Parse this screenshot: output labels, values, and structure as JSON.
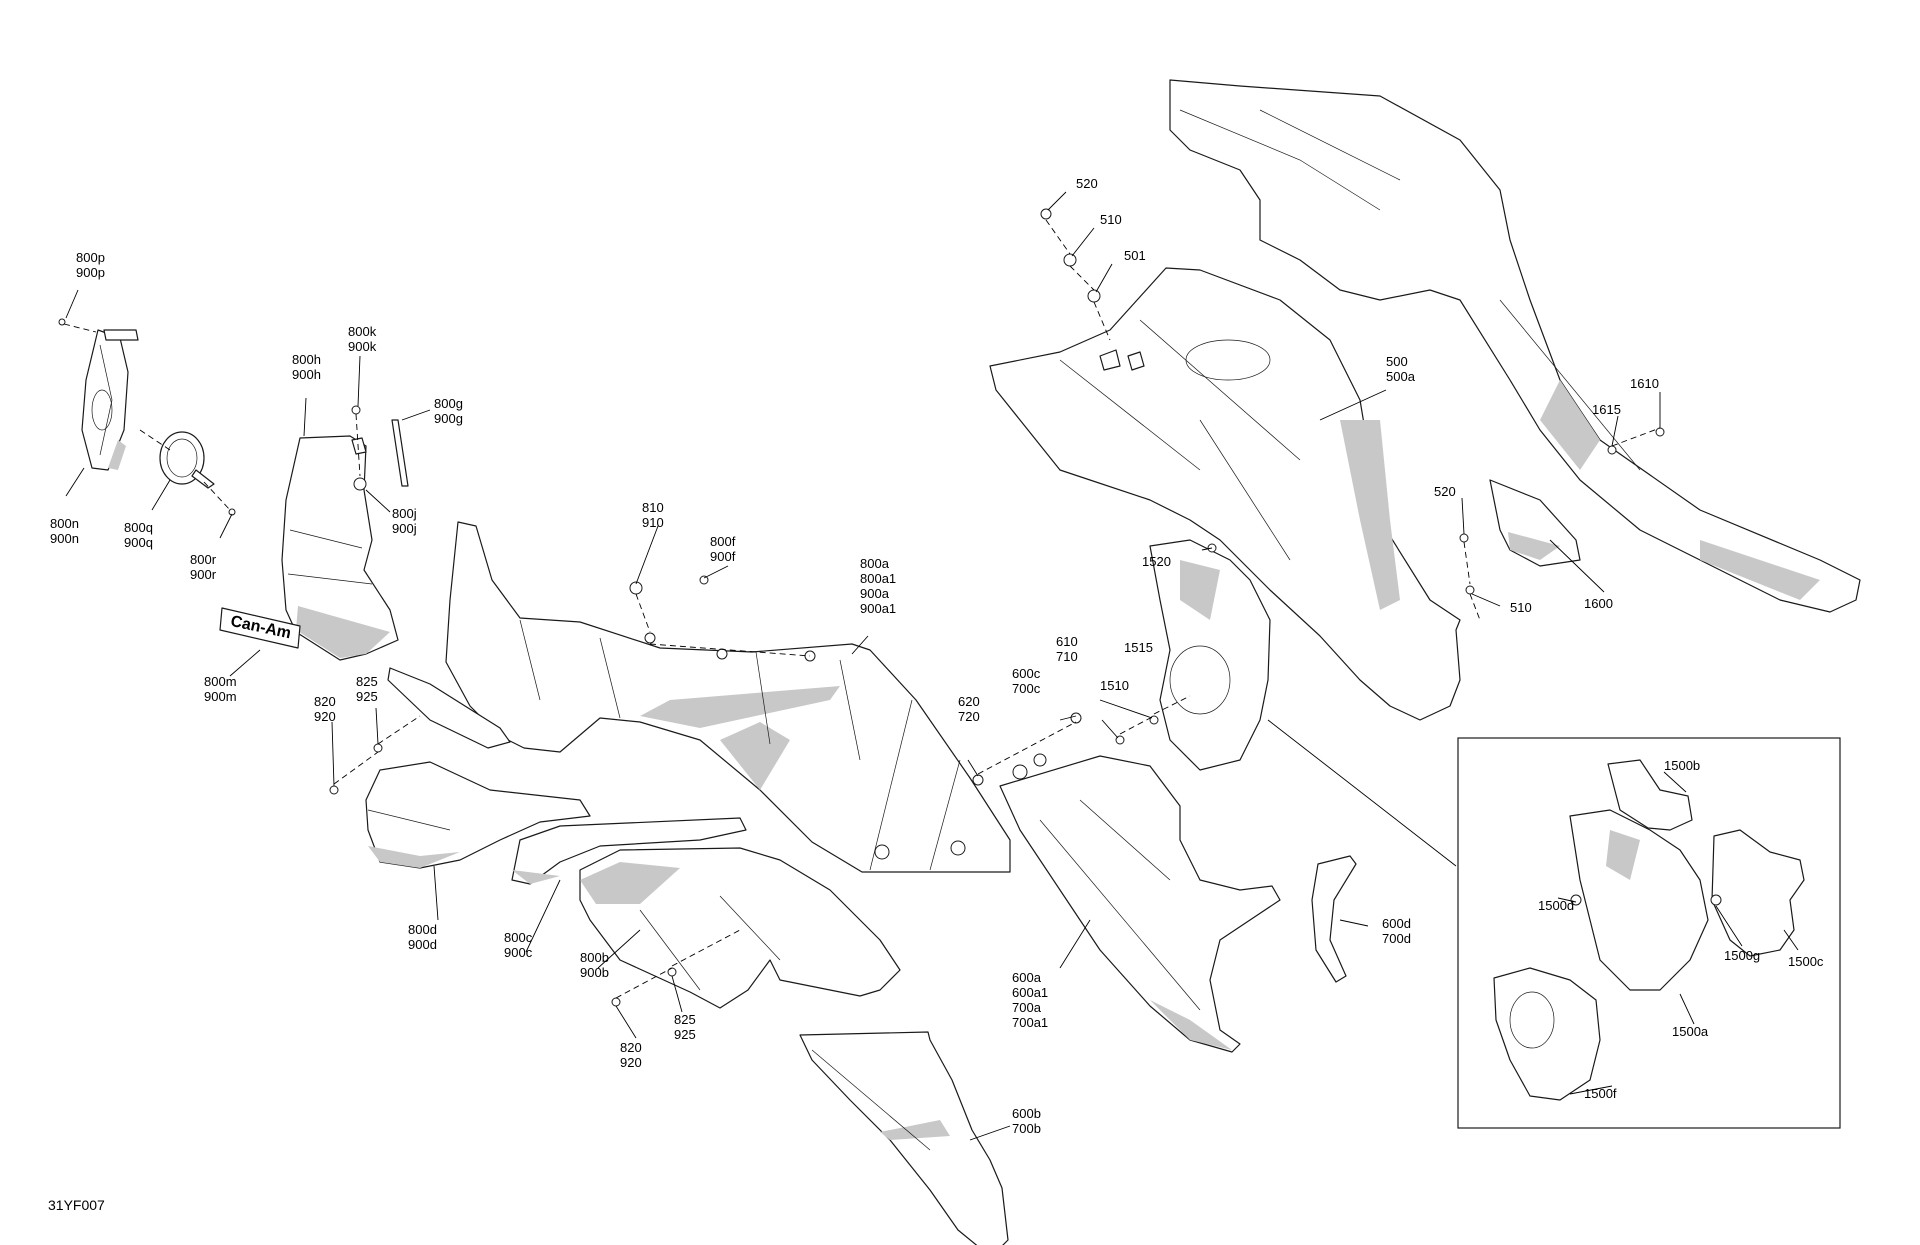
{
  "diagram": {
    "code": "31YF007",
    "labels": [
      {
        "id": "l800p",
        "lines": [
          "800p",
          "900p"
        ]
      },
      {
        "id": "l800n",
        "lines": [
          "800n",
          "900n"
        ]
      },
      {
        "id": "l800q",
        "lines": [
          "800q",
          "900q"
        ]
      },
      {
        "id": "l800r",
        "lines": [
          "800r",
          "900r"
        ]
      },
      {
        "id": "l800h",
        "lines": [
          "800h",
          "900h"
        ]
      },
      {
        "id": "l800k",
        "lines": [
          "800k",
          "900k"
        ]
      },
      {
        "id": "l800g",
        "lines": [
          "800g",
          "900g"
        ]
      },
      {
        "id": "l800j",
        "lines": [
          "800j",
          "900j"
        ]
      },
      {
        "id": "l800m",
        "lines": [
          "800m",
          "900m"
        ]
      },
      {
        "id": "l820a",
        "lines": [
          "820",
          "920"
        ]
      },
      {
        "id": "l825a",
        "lines": [
          "825",
          "925"
        ]
      },
      {
        "id": "l810",
        "lines": [
          "810",
          "910"
        ]
      },
      {
        "id": "l800f",
        "lines": [
          "800f",
          "900f"
        ]
      },
      {
        "id": "l800a",
        "lines": [
          "800a",
          "800a1",
          "900a",
          "900a1"
        ]
      },
      {
        "id": "l800d",
        "lines": [
          "800d",
          "900d"
        ]
      },
      {
        "id": "l800c",
        "lines": [
          "800c",
          "900c"
        ]
      },
      {
        "id": "l800b",
        "lines": [
          "800b",
          "900b"
        ]
      },
      {
        "id": "l820b",
        "lines": [
          "820",
          "920"
        ]
      },
      {
        "id": "l825b",
        "lines": [
          "825",
          "925"
        ]
      },
      {
        "id": "l520a",
        "lines": [
          "520"
        ]
      },
      {
        "id": "l510a",
        "lines": [
          "510"
        ]
      },
      {
        "id": "l501",
        "lines": [
          "501"
        ]
      },
      {
        "id": "l500",
        "lines": [
          "500",
          "500a"
        ]
      },
      {
        "id": "l620",
        "lines": [
          "620",
          "720"
        ]
      },
      {
        "id": "l600c",
        "lines": [
          "600c",
          "700c"
        ]
      },
      {
        "id": "l610",
        "lines": [
          "610",
          "710"
        ]
      },
      {
        "id": "l1510",
        "lines": [
          "1510"
        ]
      },
      {
        "id": "l1515",
        "lines": [
          "1515"
        ]
      },
      {
        "id": "l1520",
        "lines": [
          "1520"
        ]
      },
      {
        "id": "l520b",
        "lines": [
          "520"
        ]
      },
      {
        "id": "l510b",
        "lines": [
          "510"
        ]
      },
      {
        "id": "l1615",
        "lines": [
          "1615"
        ]
      },
      {
        "id": "l1610",
        "lines": [
          "1610"
        ]
      },
      {
        "id": "l1600",
        "lines": [
          "1600"
        ]
      },
      {
        "id": "l600a",
        "lines": [
          "600a",
          "600a1",
          "700a",
          "700a1"
        ]
      },
      {
        "id": "l600d",
        "lines": [
          "600d",
          "700d"
        ]
      },
      {
        "id": "l600b",
        "lines": [
          "600b",
          "700b"
        ]
      },
      {
        "id": "l1500b",
        "lines": [
          "1500b"
        ]
      },
      {
        "id": "l1500d",
        "lines": [
          "1500d"
        ]
      },
      {
        "id": "l1500g",
        "lines": [
          "1500g"
        ]
      },
      {
        "id": "l1500c",
        "lines": [
          "1500c"
        ]
      },
      {
        "id": "l1500a",
        "lines": [
          "1500a"
        ]
      },
      {
        "id": "l1500f",
        "lines": [
          "1500f"
        ]
      }
    ],
    "emblem_text": "Can-Am"
  }
}
